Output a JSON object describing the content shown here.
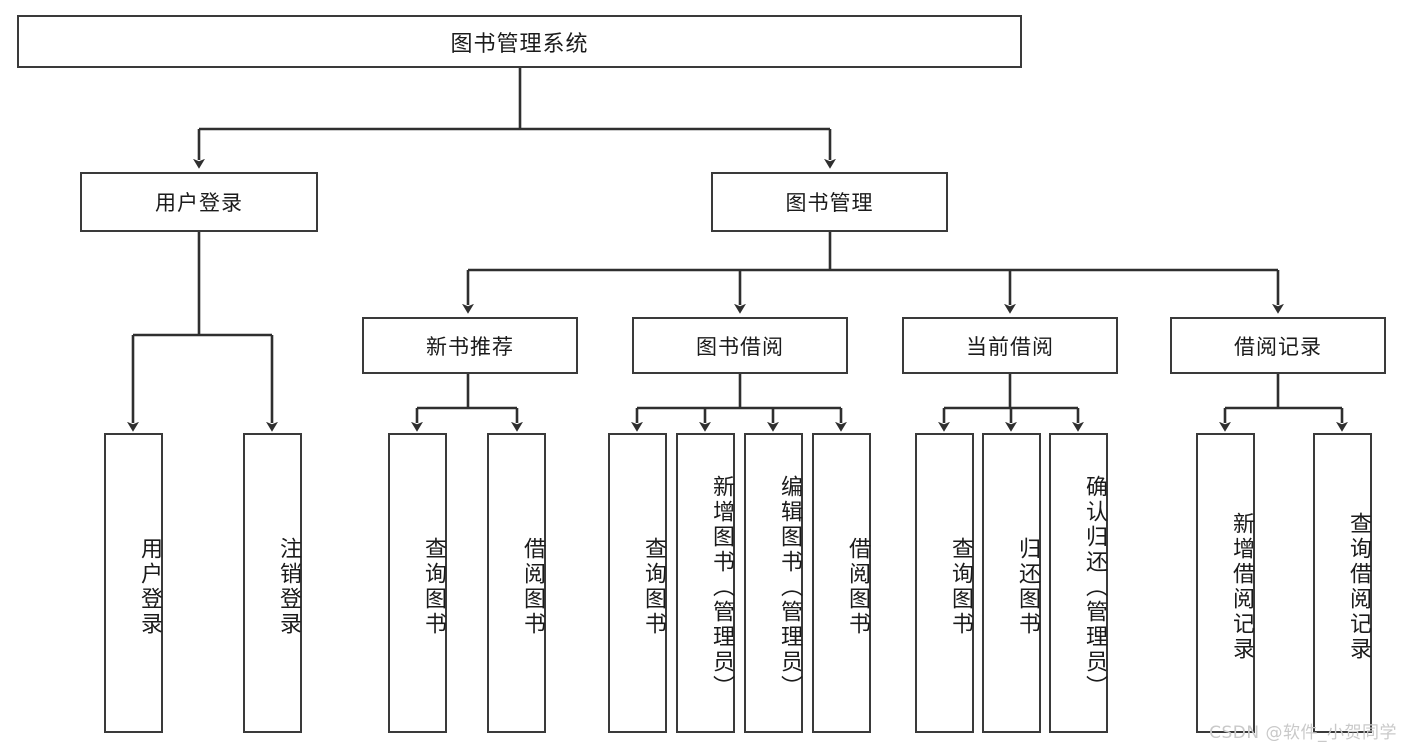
{
  "diagram": {
    "title": "图书管理系统",
    "type": "hierarchy-tree",
    "colors": {
      "background": "#ffffff",
      "border": "#3a3a3a",
      "text": "#1b1b1b",
      "connector": "#2f2f2f",
      "watermark": "#c9c9c9"
    },
    "root": {
      "label": "图书管理系统"
    },
    "level2": [
      {
        "label": "用户登录"
      },
      {
        "label": "图书管理"
      }
    ],
    "level3": [
      {
        "label": "新书推荐"
      },
      {
        "label": "图书借阅"
      },
      {
        "label": "当前借阅"
      },
      {
        "label": "借阅记录"
      }
    ],
    "leaves": {
      "user_login": [
        {
          "label": "用户登录"
        },
        {
          "label": "注销登录"
        }
      ],
      "new_book_recommend": [
        {
          "label": "查询图书"
        },
        {
          "label": "借阅图书"
        }
      ],
      "book_borrow": [
        {
          "label": "查询图书"
        },
        {
          "label": "新增图书（管理员）"
        },
        {
          "label": "编辑图书（管理员）"
        },
        {
          "label": "借阅图书"
        }
      ],
      "current_borrow": [
        {
          "label": "查询图书"
        },
        {
          "label": "归还图书"
        },
        {
          "label": "确认归还（管理员）"
        }
      ],
      "borrow_record": [
        {
          "label": "新增借阅记录"
        },
        {
          "label": "查询借阅记录"
        }
      ]
    }
  },
  "watermark": {
    "text": "CSDN @软件_小贺同学"
  }
}
